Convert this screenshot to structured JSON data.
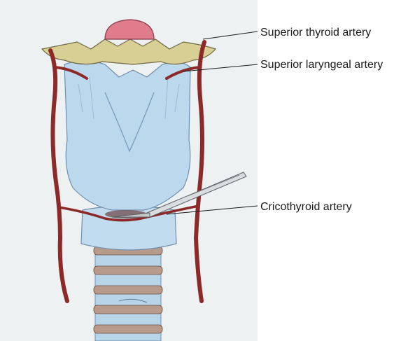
{
  "labels": {
    "superior_thyroid_artery": "Superior thyroid artery",
    "superior_laryngeal_artery": "Superior laryngeal artery",
    "cricothyroid_artery": "Cricothyroid artery"
  },
  "colors": {
    "paper": "#eef1f2",
    "cartilage": "#bcd8ec",
    "cartilage_shade": "#93b9d8",
    "hyoid": "#d8cf95",
    "epiglottis": "#e07c8c",
    "artery": "#8c2a2a",
    "trachea_ring": "#b79a8a",
    "instrument": "#d9dde0"
  }
}
